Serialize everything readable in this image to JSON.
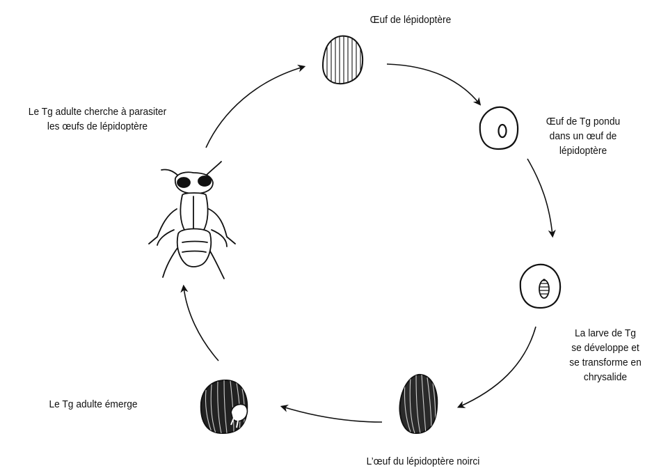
{
  "diagram": {
    "stages": [
      {
        "id": "egg",
        "lines": [
          "Œuf de lépidoptère"
        ]
      },
      {
        "id": "tg-egg-laid",
        "lines": [
          "Œuf de Tg pondu",
          "dans un œuf de",
          "lépidoptère"
        ]
      },
      {
        "id": "larva-develops",
        "lines": [
          "La larve de Tg",
          "se développe et",
          "se transforme en",
          "chrysalide"
        ]
      },
      {
        "id": "egg-blackened",
        "lines": [
          "L’œuf du lépidoptère noirci"
        ]
      },
      {
        "id": "adult-emerges",
        "lines": [
          "Le Tg adulte émerge"
        ]
      },
      {
        "id": "adult-parasitizes",
        "lines": [
          "Le Tg adulte cherche à parasiter",
          "les œufs de lépidoptère"
        ]
      }
    ],
    "ink_color": "#111111"
  }
}
